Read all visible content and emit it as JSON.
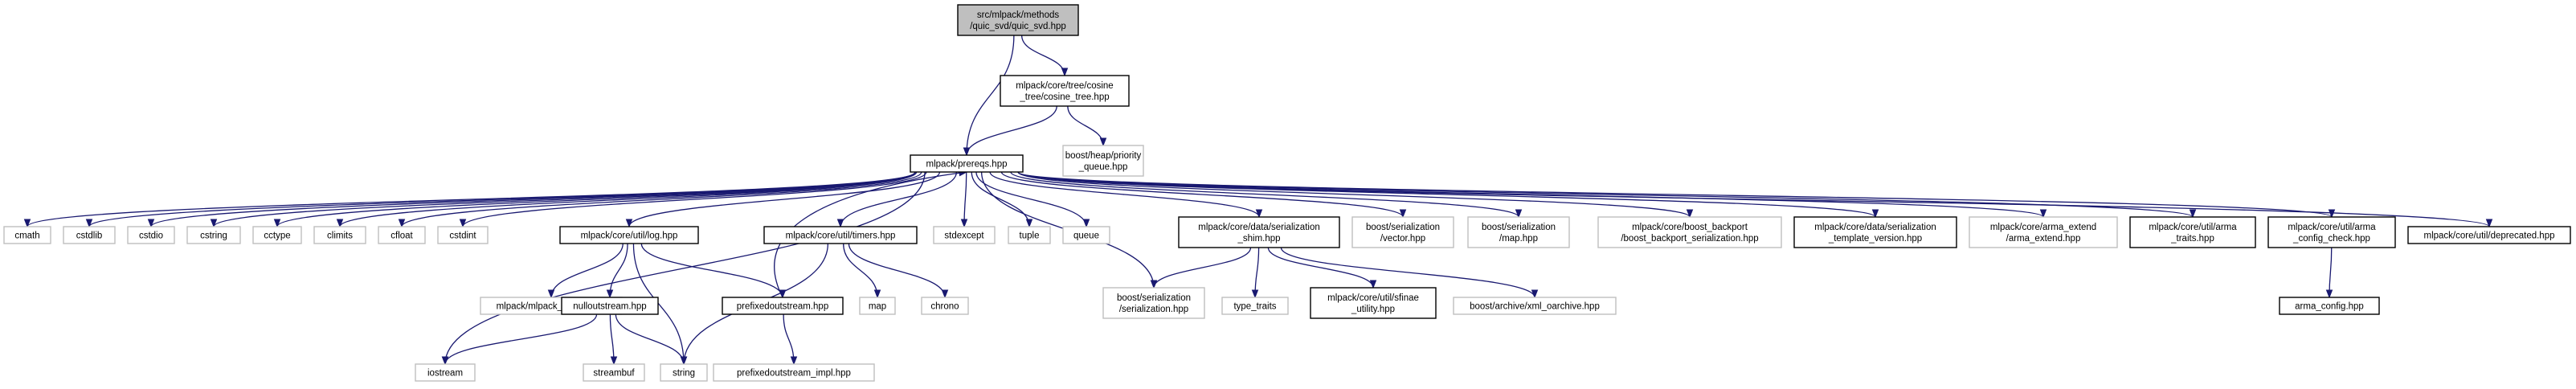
{
  "graph": {
    "nodes": [
      {
        "id": "root",
        "lines": [
          "src/mlpack/methods",
          "/quic_svd/quic_svd.hpp"
        ],
        "style": "root"
      },
      {
        "id": "cosine_tree",
        "lines": [
          "mlpack/core/tree/cosine",
          "_tree/cosine_tree.hpp"
        ],
        "style": "documented"
      },
      {
        "id": "prereqs",
        "lines": [
          "mlpack/prereqs.hpp"
        ],
        "style": "documented"
      },
      {
        "id": "priority_queue",
        "lines": [
          "boost/heap/priority",
          "_queue.hpp"
        ],
        "style": "external"
      },
      {
        "id": "cmath",
        "lines": [
          "cmath"
        ],
        "style": "external"
      },
      {
        "id": "cstdlib",
        "lines": [
          "cstdlib"
        ],
        "style": "external"
      },
      {
        "id": "cstdio",
        "lines": [
          "cstdio"
        ],
        "style": "external"
      },
      {
        "id": "cstring",
        "lines": [
          "cstring"
        ],
        "style": "external"
      },
      {
        "id": "cctype",
        "lines": [
          "cctype"
        ],
        "style": "external"
      },
      {
        "id": "climits",
        "lines": [
          "climits"
        ],
        "style": "external"
      },
      {
        "id": "cfloat",
        "lines": [
          "cfloat"
        ],
        "style": "external"
      },
      {
        "id": "cstdint",
        "lines": [
          "cstdint"
        ],
        "style": "external"
      },
      {
        "id": "log",
        "lines": [
          "mlpack/core/util/log.hpp"
        ],
        "style": "documented"
      },
      {
        "id": "timers",
        "lines": [
          "mlpack/core/util/timers.hpp"
        ],
        "style": "documented"
      },
      {
        "id": "stdexcept",
        "lines": [
          "stdexcept"
        ],
        "style": "external"
      },
      {
        "id": "tuple",
        "lines": [
          "tuple"
        ],
        "style": "external"
      },
      {
        "id": "queue",
        "lines": [
          "queue"
        ],
        "style": "external"
      },
      {
        "id": "ser_shim",
        "lines": [
          "mlpack/core/data/serialization",
          "_shim.hpp"
        ],
        "style": "documented"
      },
      {
        "id": "boost_vector",
        "lines": [
          "boost/serialization",
          "/vector.hpp"
        ],
        "style": "external"
      },
      {
        "id": "boost_map",
        "lines": [
          "boost/serialization",
          "/map.hpp"
        ],
        "style": "external"
      },
      {
        "id": "boost_backport",
        "lines": [
          "mlpack/core/boost_backport",
          "/boost_backport_serialization.hpp"
        ],
        "style": "external"
      },
      {
        "id": "ser_template",
        "lines": [
          "mlpack/core/data/serialization",
          "_template_version.hpp"
        ],
        "style": "documented"
      },
      {
        "id": "arma_extend",
        "lines": [
          "mlpack/core/arma_extend",
          "/arma_extend.hpp"
        ],
        "style": "external"
      },
      {
        "id": "arma_traits",
        "lines": [
          "mlpack/core/util/arma",
          "_traits.hpp"
        ],
        "style": "documented"
      },
      {
        "id": "arma_config_check",
        "lines": [
          "mlpack/core/util/arma",
          "_config_check.hpp"
        ],
        "style": "documented"
      },
      {
        "id": "deprecated",
        "lines": [
          "mlpack/core/util/deprecated.hpp"
        ],
        "style": "documented"
      },
      {
        "id": "iostream",
        "lines": [
          "iostream"
        ],
        "style": "external"
      },
      {
        "id": "mlpack_export",
        "lines": [
          "mlpack/mlpack_export.hpp"
        ],
        "style": "external"
      },
      {
        "id": "nulloutstream",
        "lines": [
          "nulloutstream.hpp"
        ],
        "style": "documented"
      },
      {
        "id": "prefixedoutstream",
        "lines": [
          "prefixedoutstream.hpp"
        ],
        "style": "documented"
      },
      {
        "id": "map",
        "lines": [
          "map"
        ],
        "style": "external"
      },
      {
        "id": "chrono",
        "lines": [
          "chrono"
        ],
        "style": "external"
      },
      {
        "id": "boost_serialization",
        "lines": [
          "boost/serialization",
          "/serialization.hpp"
        ],
        "style": "external"
      },
      {
        "id": "type_traits",
        "lines": [
          "type_traits"
        ],
        "style": "external"
      },
      {
        "id": "sfinae",
        "lines": [
          "mlpack/core/util/sfinae",
          "_utility.hpp"
        ],
        "style": "documented"
      },
      {
        "id": "xml_oarchive",
        "lines": [
          "boost/archive/xml_oarchive.hpp"
        ],
        "style": "external"
      },
      {
        "id": "arma_config",
        "lines": [
          "arma_config.hpp"
        ],
        "style": "documented"
      },
      {
        "id": "streambuf",
        "lines": [
          "streambuf"
        ],
        "style": "external"
      },
      {
        "id": "string",
        "lines": [
          "string"
        ],
        "style": "external"
      },
      {
        "id": "prefixedoutstream_impl",
        "lines": [
          "prefixedoutstream_impl.hpp"
        ],
        "style": "external"
      }
    ],
    "edges": [
      [
        "root",
        "cosine_tree"
      ],
      [
        "root",
        "prereqs"
      ],
      [
        "cosine_tree",
        "prereqs"
      ],
      [
        "cosine_tree",
        "priority_queue"
      ],
      [
        "prereqs",
        "cmath"
      ],
      [
        "prereqs",
        "cstdlib"
      ],
      [
        "prereqs",
        "cstdio"
      ],
      [
        "prereqs",
        "cstring"
      ],
      [
        "prereqs",
        "cctype"
      ],
      [
        "prereqs",
        "climits"
      ],
      [
        "prereqs",
        "cfloat"
      ],
      [
        "prereqs",
        "cstdint"
      ],
      [
        "prereqs",
        "iostream"
      ],
      [
        "prereqs",
        "log"
      ],
      [
        "prereqs",
        "timers"
      ],
      [
        "prereqs",
        "stdexcept"
      ],
      [
        "prereqs",
        "tuple"
      ],
      [
        "prereqs",
        "queue"
      ],
      [
        "prereqs",
        "boost_serialization"
      ],
      [
        "prereqs",
        "ser_shim"
      ],
      [
        "prereqs",
        "boost_vector"
      ],
      [
        "prereqs",
        "boost_map"
      ],
      [
        "prereqs",
        "boost_backport"
      ],
      [
        "prereqs",
        "ser_template"
      ],
      [
        "prereqs",
        "arma_extend"
      ],
      [
        "prereqs",
        "arma_traits"
      ],
      [
        "prereqs",
        "arma_config_check"
      ],
      [
        "prereqs",
        "deprecated"
      ],
      [
        "log",
        "mlpack_export"
      ],
      [
        "log",
        "nulloutstream"
      ],
      [
        "log",
        "prefixedoutstream"
      ],
      [
        "log",
        "string"
      ],
      [
        "timers",
        "map"
      ],
      [
        "timers",
        "chrono"
      ],
      [
        "timers",
        "string"
      ],
      [
        "nulloutstream",
        "iostream"
      ],
      [
        "nulloutstream",
        "streambuf"
      ],
      [
        "nulloutstream",
        "string"
      ],
      [
        "prefixedoutstream",
        "prefixedoutstream_impl"
      ],
      [
        "prefixedoutstream",
        "prereqs"
      ],
      [
        "ser_shim",
        "boost_serialization"
      ],
      [
        "ser_shim",
        "type_traits"
      ],
      [
        "ser_shim",
        "sfinae"
      ],
      [
        "ser_shim",
        "xml_oarchive"
      ],
      [
        "arma_config_check",
        "arma_config"
      ]
    ]
  },
  "colors": {
    "root_fill": "#bfbfbf",
    "root_stroke": "#000000",
    "documented_fill": "#ffffff",
    "documented_stroke": "#000000",
    "external_fill": "#ffffff",
    "external_stroke": "#bfbfbf",
    "edge": "#191970"
  }
}
